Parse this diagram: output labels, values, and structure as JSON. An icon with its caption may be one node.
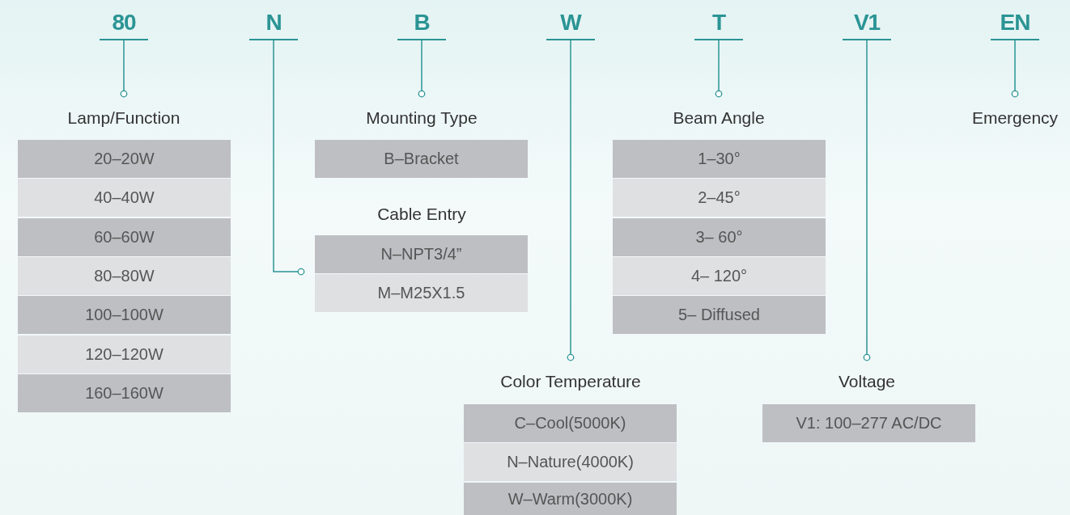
{
  "diagram": {
    "nodes": [
      {
        "text": [
          "80"
        ]
      },
      {
        "text": [
          "N"
        ]
      },
      {
        "text": [
          "B"
        ]
      },
      {
        "text": [
          "W"
        ]
      },
      {
        "text": [
          "T"
        ]
      },
      {
        "text": [
          "V1"
        ]
      },
      {
        "text": [
          "EN"
        ]
      },
      {
        "text": [
          "Lamp/Function"
        ]
      },
      {
        "text": [
          "20–20W"
        ]
      },
      {
        "text": [
          "40–40W"
        ]
      },
      {
        "text": [
          "60–60W"
        ]
      },
      {
        "text": [
          "80–80W"
        ]
      },
      {
        "text": [
          "100–100W"
        ]
      },
      {
        "text": [
          "120–120W"
        ]
      },
      {
        "text": [
          "160–160W"
        ]
      },
      {
        "text": [
          "Mounting Type"
        ]
      },
      {
        "text": [
          "B–Bracket"
        ]
      },
      {
        "text": [
          "N–NPT3/4”"
        ]
      },
      {
        "text": [
          "M–M25X1.5"
        ]
      },
      {
        "text": [
          "Color Temperature"
        ]
      },
      {
        "text": [
          "C–Cool(5000K)"
        ]
      },
      {
        "text": [
          "N–Nature(4000K)"
        ]
      },
      {
        "text": [
          "W–Warm(3000K)"
        ]
      },
      {
        "text": [
          "Beam Angle"
        ]
      },
      {
        "text": [
          "1–30°"
        ]
      },
      {
        "text": [
          "2–45°"
        ]
      },
      {
        "text": [
          "3– 60°"
        ]
      },
      {
        "text": [
          "4– 120°"
        ]
      },
      {
        "text": [
          "5– Diffused"
        ]
      },
      {
        "text": [
          "Voltage"
        ]
      },
      {
        "text": [
          "V1: 100–277 AC/DC"
        ]
      },
      {
        "text": [
          "Emergency"
        ]
      }
    ],
    "edges": [
      {
        "from": 0,
        "to": 7,
        "arrow": "other"
      },
      {
        "from": 1,
        "to": 17,
        "arrow": "other"
      },
      {
        "from": 2,
        "to": 15,
        "arrow": "other"
      },
      {
        "from": 3,
        "to": 19,
        "arrow": "other"
      },
      {
        "from": 4,
        "to": 23,
        "arrow": "other"
      },
      {
        "from": 5,
        "to": 29,
        "arrow": "other"
      },
      {
        "from": 6,
        "to": 31,
        "arrow": "other"
      }
    ],
    "labels": [
      "Cable Entry"
    ]
  }
}
